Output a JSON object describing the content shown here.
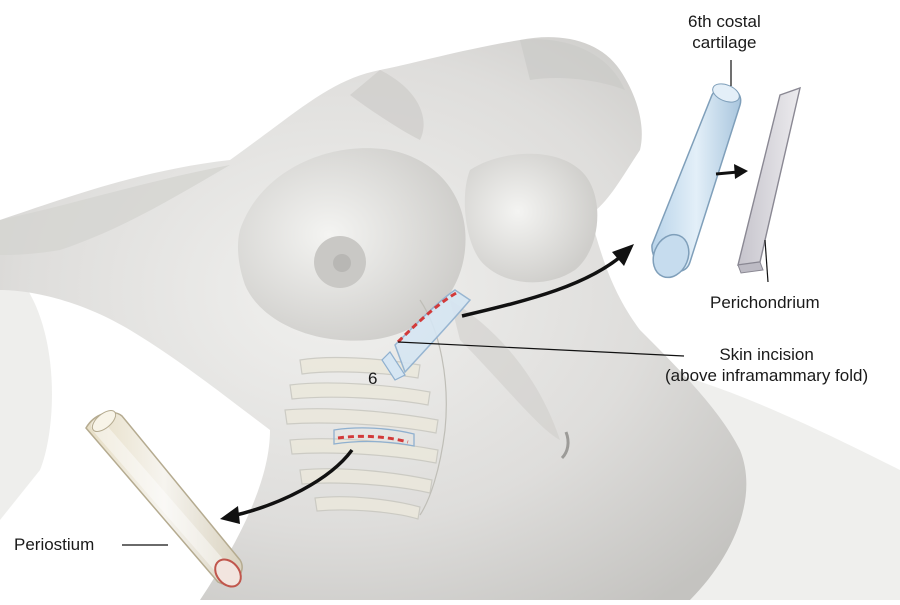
{
  "labels": {
    "costal_cartilage": "6th costal\ncartilage",
    "perichondrium": "Perichondrium",
    "skin_incision": "Skin incision\n(above inframammary fold)",
    "rib_number": "6",
    "periostium": "Periostium"
  },
  "colors": {
    "skin": "#e6e6e4",
    "skin_shadow": "#bdbdba",
    "cartilage": "#cfe3f2",
    "rib_bone": "#f1ece0",
    "incision": "#d23a3a",
    "arrow": "#111111"
  }
}
